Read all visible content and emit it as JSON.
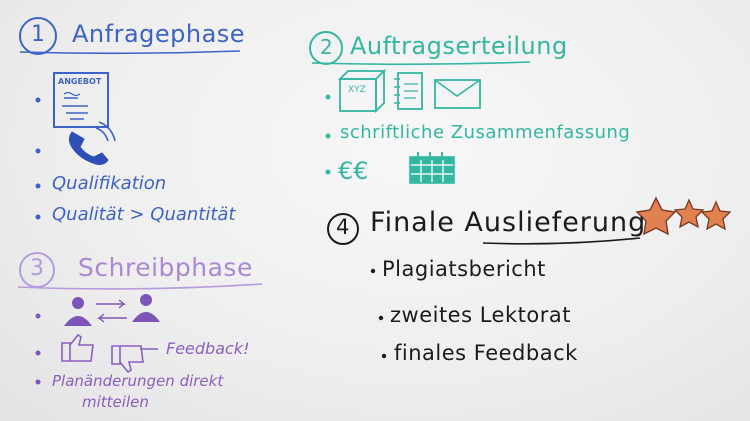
{
  "section1": {
    "number": "1",
    "title": "Anfragephase",
    "sign_text": "ANGEBOT",
    "items": [
      "Qualifikation",
      "Qualität > Quantität"
    ]
  },
  "section2": {
    "number": "2",
    "title": "Auftragserteilung",
    "box_text": "XYZ",
    "items": [
      "schriftliche Zusammenfassung"
    ],
    "currency": "€€"
  },
  "section3": {
    "number": "3",
    "title": "Schreibphase",
    "feedback_text": "Feedback!",
    "note_line1": "Planänderungen direkt",
    "note_line2": "mitteilen"
  },
  "section4": {
    "number": "4",
    "title": "Finale Auslieferung",
    "items": [
      "Plagiatsbericht",
      "zweites Lektorat",
      "finales Feedback"
    ]
  },
  "colors": {
    "blue": "#3e63c6",
    "teal": "#33b7a0",
    "purple": "#8a5fc0",
    "black": "#1b1b1b",
    "star": "#e0814f"
  },
  "icons": [
    "document-icon",
    "phone-icon",
    "box-icon",
    "notebook-icon",
    "envelope-icon",
    "calendar-icon",
    "people-icon",
    "thumbs-up-icon",
    "thumbs-down-icon",
    "star-icon"
  ]
}
